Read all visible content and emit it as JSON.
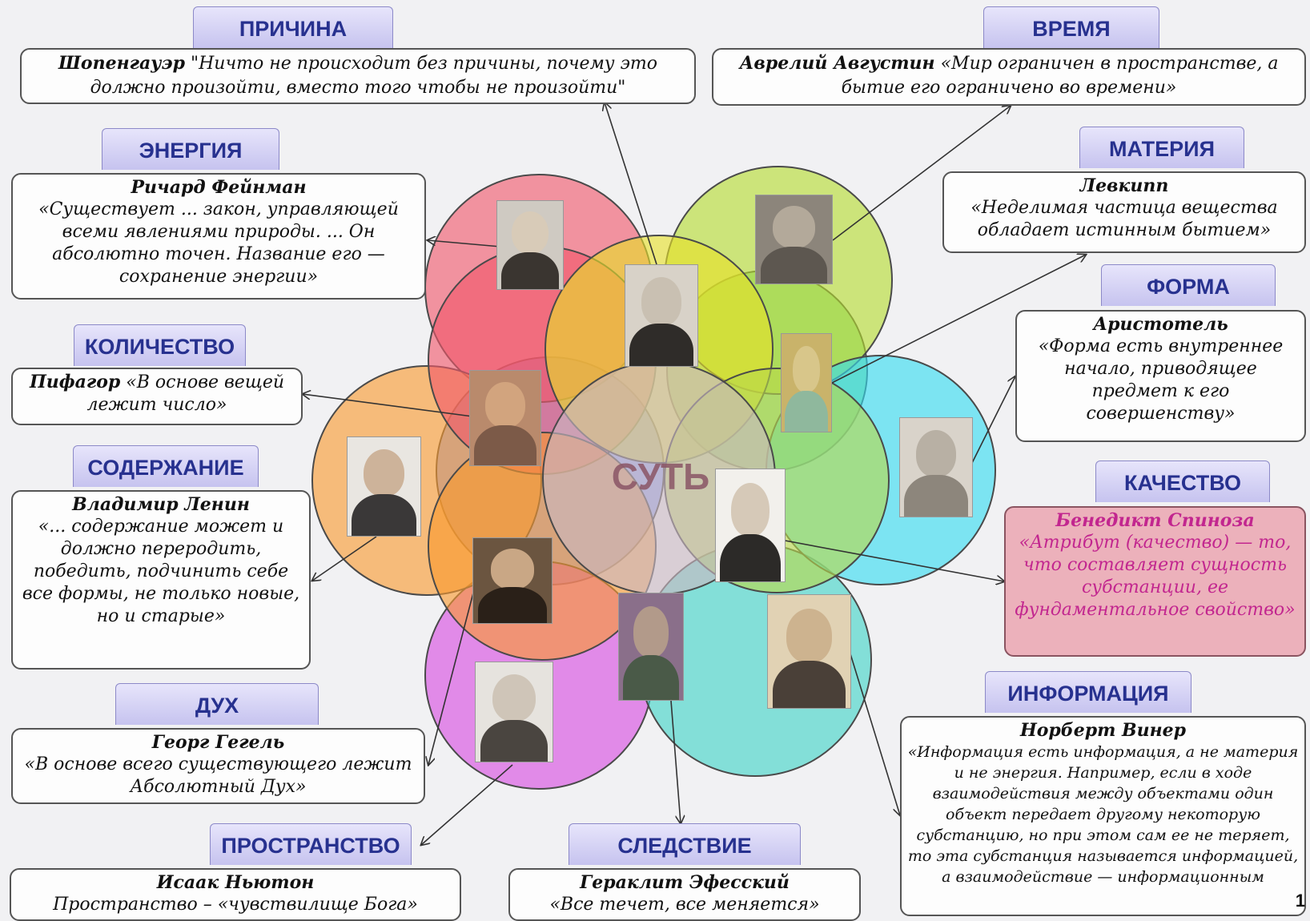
{
  "center": {
    "label": "СУТЬ"
  },
  "categories": [
    {
      "id": "cause",
      "tab": "ПРИЧИНА",
      "author": "Шопенгауэр",
      "quote": "\"Ничто не происходит без причины, почему это должно произойти, вместо того чтобы не произойти\""
    },
    {
      "id": "time",
      "tab": "ВРЕМЯ",
      "author": "Аврелий Августин",
      "quote": "«Мир ограничен в пространстве, а бытие его ограничено во времени»"
    },
    {
      "id": "energy",
      "tab": "ЭНЕРГИЯ",
      "author": "Ричард Фейнман",
      "quote": "«Существует ... закон, управляющей всеми явлениями природы. ... Он абсолютно точен. Название его — сохранение энергии»"
    },
    {
      "id": "matter",
      "tab": "МАТЕРИЯ",
      "author": "Левкипп",
      "quote": "«Неделимая частица вещества обладает истинным бытием»"
    },
    {
      "id": "form",
      "tab": "ФОРМА",
      "author": "Аристотель",
      "quote": "«Форма есть внутреннее начало, приводящее предмет к его совершенству»"
    },
    {
      "id": "quantity",
      "tab": "КОЛИЧЕСТВО",
      "author": "Пифагор",
      "quote": "«В основе вещей лежит число»"
    },
    {
      "id": "content",
      "tab": "СОДЕРЖАНИЕ",
      "author": "Владимир Ленин",
      "quote": "«... содержание может и должно переродить, победить, подчинить себе все формы, не только новые, но и старые»"
    },
    {
      "id": "quality",
      "tab": "КАЧЕСТВО",
      "author": "Бенедикт Спиноза",
      "quote": "«Атрибут (качество) — то, что составляет сущность субстанции, ее фундаментальное свойство»"
    },
    {
      "id": "spirit",
      "tab": "ДУХ",
      "author": "Георг Гегель",
      "quote": "«В основе всего существующего лежит Абсолютный Дух»"
    },
    {
      "id": "information",
      "tab": "ИНФОРМАЦИЯ",
      "author": "Норберт Винер",
      "quote": "«Информация есть информация, а не материя и не энергия. Например, если в ходе взаимодействия между объектами один объект передает другому некоторую субстанцию, но при этом сам ее не теряет, то эта субстанция называется информацией, а взаимодействие — информационным"
    },
    {
      "id": "space",
      "tab": "ПРОСТРАНСТВО",
      "author": "Исаак Ньютон",
      "quote": "Пространство – «чувствилище Бога»"
    },
    {
      "id": "effect",
      "tab": "СЛЕДСТВИЕ",
      "author": "Гераклит Эфесский",
      "quote": "«Все течет, все меняется»"
    }
  ],
  "page_number": "1",
  "colors": {
    "circle_red": "#f0576b",
    "circle_lime": "#b5dc2e",
    "circle_green": "#6fd06f",
    "circle_blue": "#6f8ef4",
    "circle_cyan": "#33dcf0",
    "circle_orange": "#f9992e",
    "circle_magenta": "#d64be0",
    "circle_teal": "#3fd3c6",
    "circle_center": "#c9b8c2",
    "quality_box": "#ecb1bb",
    "tab_text": "#27318f"
  }
}
